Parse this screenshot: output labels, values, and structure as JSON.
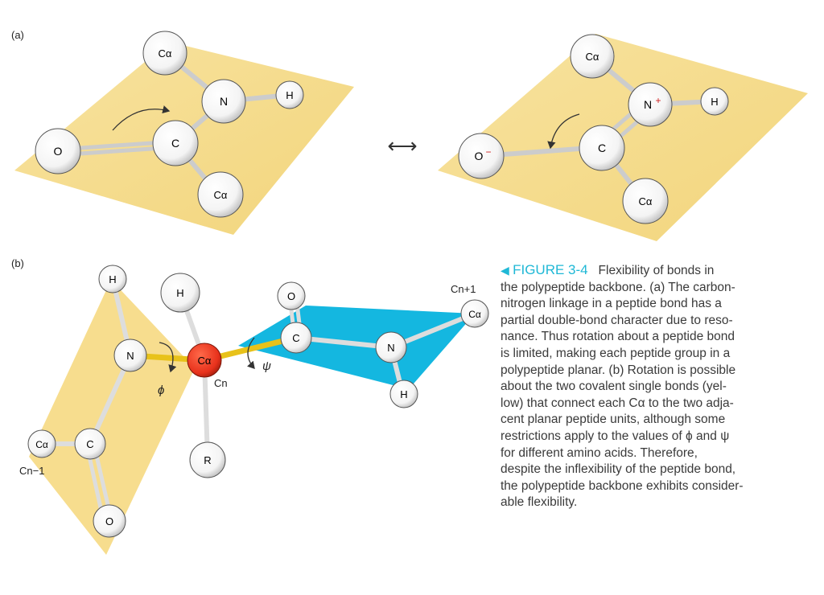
{
  "panels": {
    "a": "(a)",
    "b": "(b)"
  },
  "resonance_arrow": "⟷",
  "atoms": {
    "a_left": {
      "ca_top": "Cα",
      "n": "N",
      "h": "H",
      "o": "O",
      "c": "C",
      "ca_bottom": "Cα"
    },
    "a_right": {
      "ca_top": "Cα",
      "n": "N",
      "n_charge": "+",
      "h": "H",
      "o": "O",
      "o_charge": "−",
      "c": "C",
      "ca_bottom": "Cα"
    },
    "b": {
      "h_left": "H",
      "n_left": "N",
      "c_left": "C",
      "ca_left": "Cα",
      "o_left": "O",
      "h_center": "H",
      "ca_center": "Cα",
      "r": "R",
      "o_right": "O",
      "c_right": "C",
      "n_right": "N",
      "h_right": "H",
      "ca_right": "Cα"
    }
  },
  "labels": {
    "cn_minus_1": "Cn−1",
    "cn": "Cn",
    "cn_plus_1": "Cn+1",
    "phi": "ϕ",
    "psi": "ψ"
  },
  "colors": {
    "plane_yellow": "#f7dd8e",
    "plane_blue": "#14b7e0",
    "bond_yellow": "#e8c21a",
    "alpha_carbon_red": "#e8321c",
    "caption_accent": "#1fb8d6"
  },
  "caption": {
    "marker": "◀",
    "figure": "FIGURE 3-4",
    "lines": [
      "Flexibility of bonds in",
      "the polypeptide backbone. (a) The carbon-",
      "nitrogen linkage in a peptide bond has a",
      "partial double-bond character due to reso-",
      "nance. Thus rotation about a peptide bond",
      "is limited, making each peptide group in a",
      "polypeptide planar. (b) Rotation is possible",
      "about the two covalent single bonds (yel-",
      "low) that connect each Cα to the two adja-",
      "cent planar peptide units, although some",
      "restrictions apply to the values of ϕ and ψ",
      "for different amino acids. Therefore,",
      "despite the inflexibility of the peptide bond,",
      "the polypeptide backbone exhibits consider-",
      "able flexibility."
    ]
  }
}
